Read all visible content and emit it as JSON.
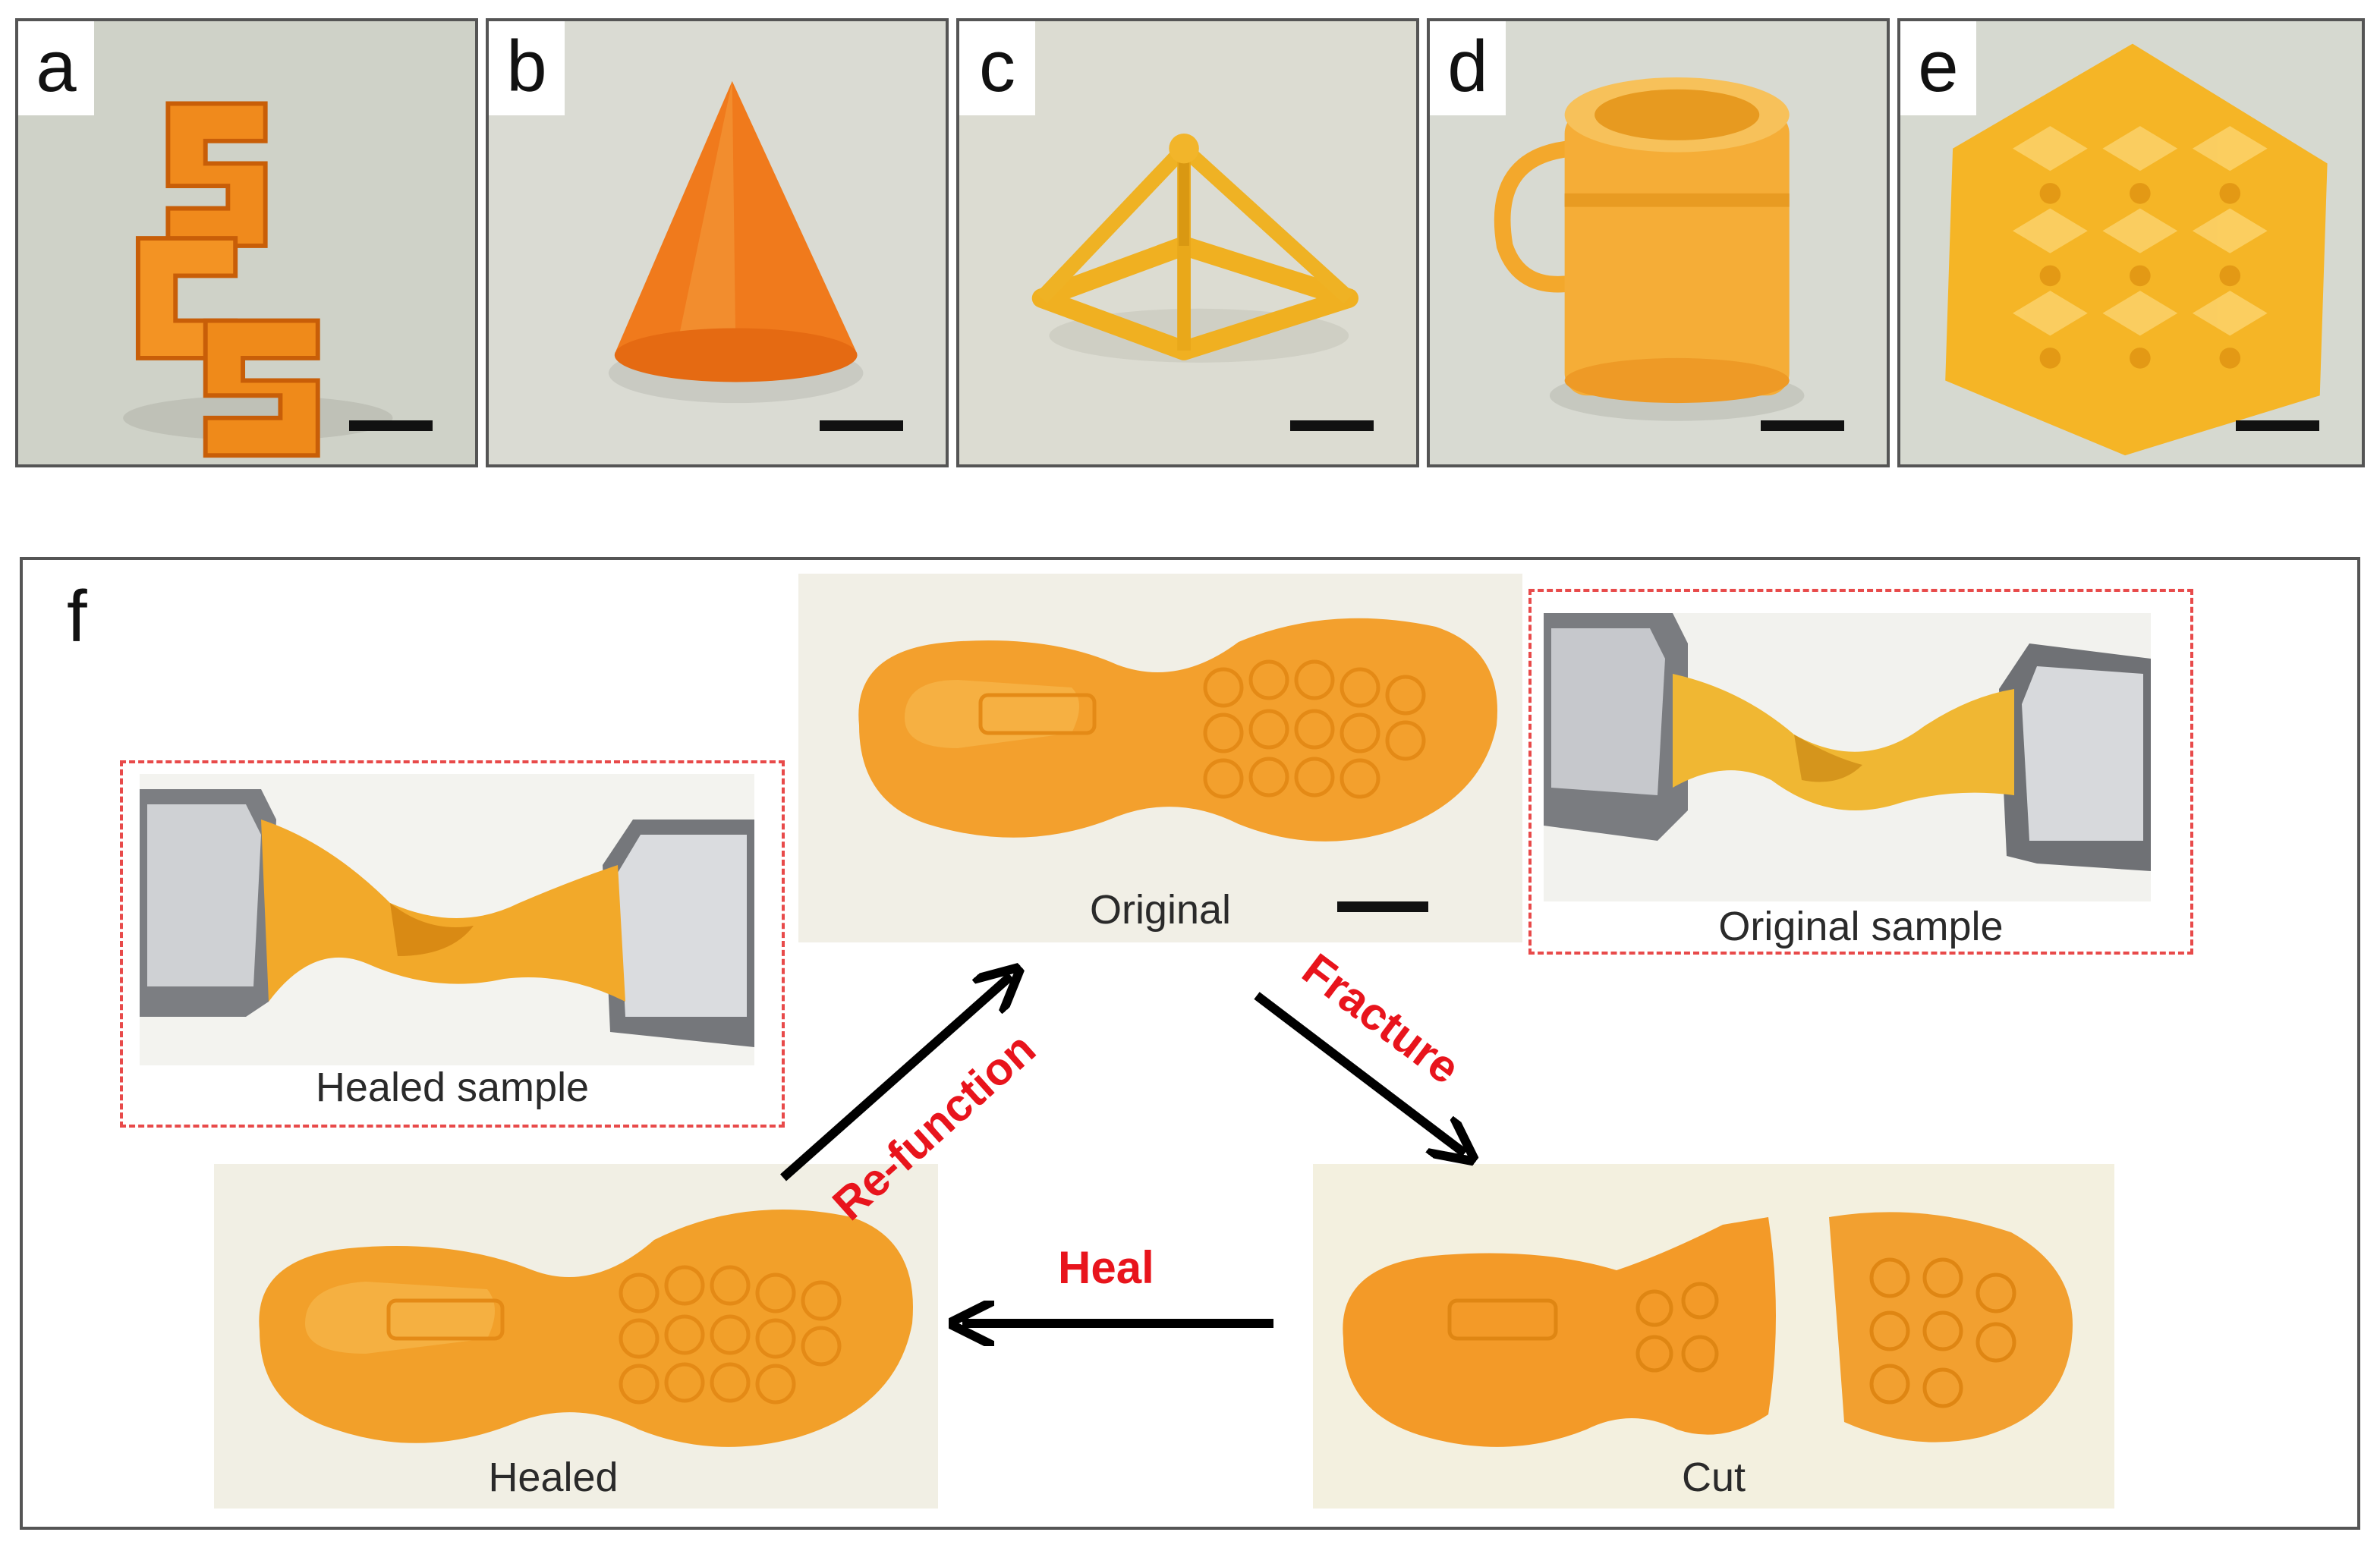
{
  "top_panels": [
    {
      "label": "a"
    },
    {
      "label": "b"
    },
    {
      "label": "c"
    },
    {
      "label": "d"
    },
    {
      "label": "e"
    }
  ],
  "panel_f": {
    "label": "f",
    "captions": {
      "original": "Original",
      "cut": "Cut",
      "healed": "Healed",
      "original_sample": "Original sample",
      "healed_sample": "Healed sample"
    },
    "arrow_labels": {
      "fracture": "Fracture",
      "heal": "Heal",
      "refunction": "Re-function"
    }
  },
  "colors": {
    "material_orange": "#f0981e",
    "material_yellow": "#f4b82c",
    "arrow_label_red": "#e8141c",
    "dashed_red": "#e84a4a"
  }
}
